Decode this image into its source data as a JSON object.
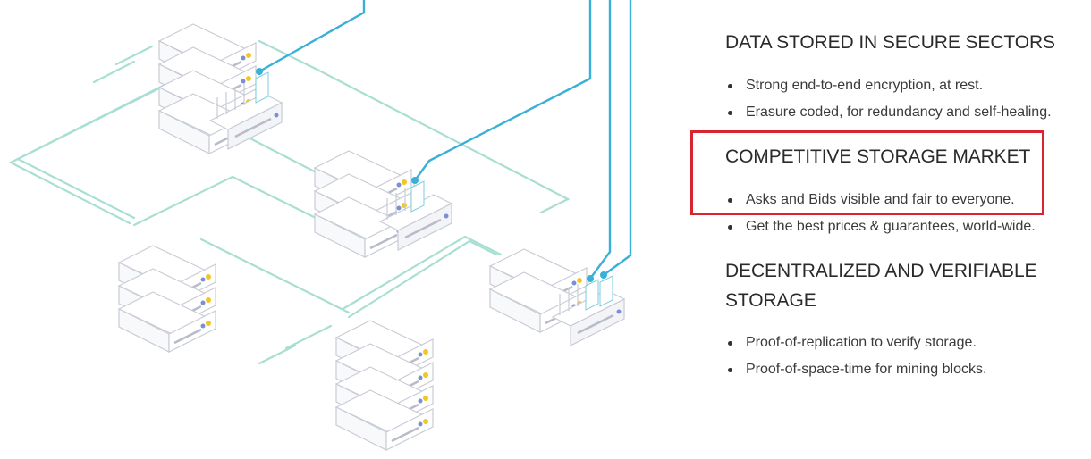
{
  "sections": [
    {
      "title": "DATA STORED IN SECURE SECTORS",
      "items": [
        "Strong end-to-end encryption, at rest.",
        "Erasure coded, for redundancy and self-healing."
      ]
    },
    {
      "title": "COMPETITIVE STORAGE MARKET",
      "items": [
        "Asks and Bids visible and fair to everyone.",
        "Get the best prices & guarantees, world-wide."
      ]
    },
    {
      "title": "DECENTRALIZED AND VERIFIABLE STORAGE",
      "items": [
        "Proof-of-replication to verify storage.",
        "Proof-of-space-time for mining blocks."
      ]
    }
  ],
  "colors": {
    "highlight": "#d9242f",
    "connector": "#3ab0d8",
    "track": "#a9dfd3",
    "server_outline": "#c9ccd6"
  },
  "illustration": {
    "icon": "server-network-illustration"
  }
}
